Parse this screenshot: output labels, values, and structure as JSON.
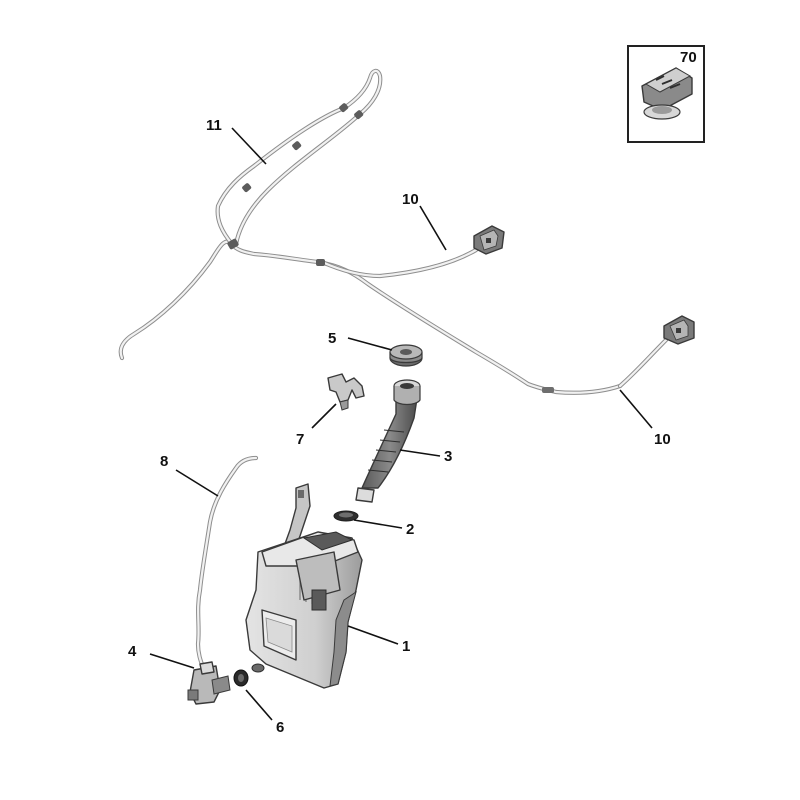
{
  "callouts": {
    "c1": "1",
    "c2": "2",
    "c3": "3",
    "c4": "4",
    "c5": "5",
    "c6": "6",
    "c7": "7",
    "c8": "8",
    "c10a": "10",
    "c10b": "10",
    "c11": "11",
    "c70": "70"
  },
  "colors": {
    "outline": "#3a3a3a",
    "part_fill": "#d4d4d4",
    "part_dark": "#6a6a6a",
    "hose": "#8e8e8e",
    "text": "#111111"
  }
}
